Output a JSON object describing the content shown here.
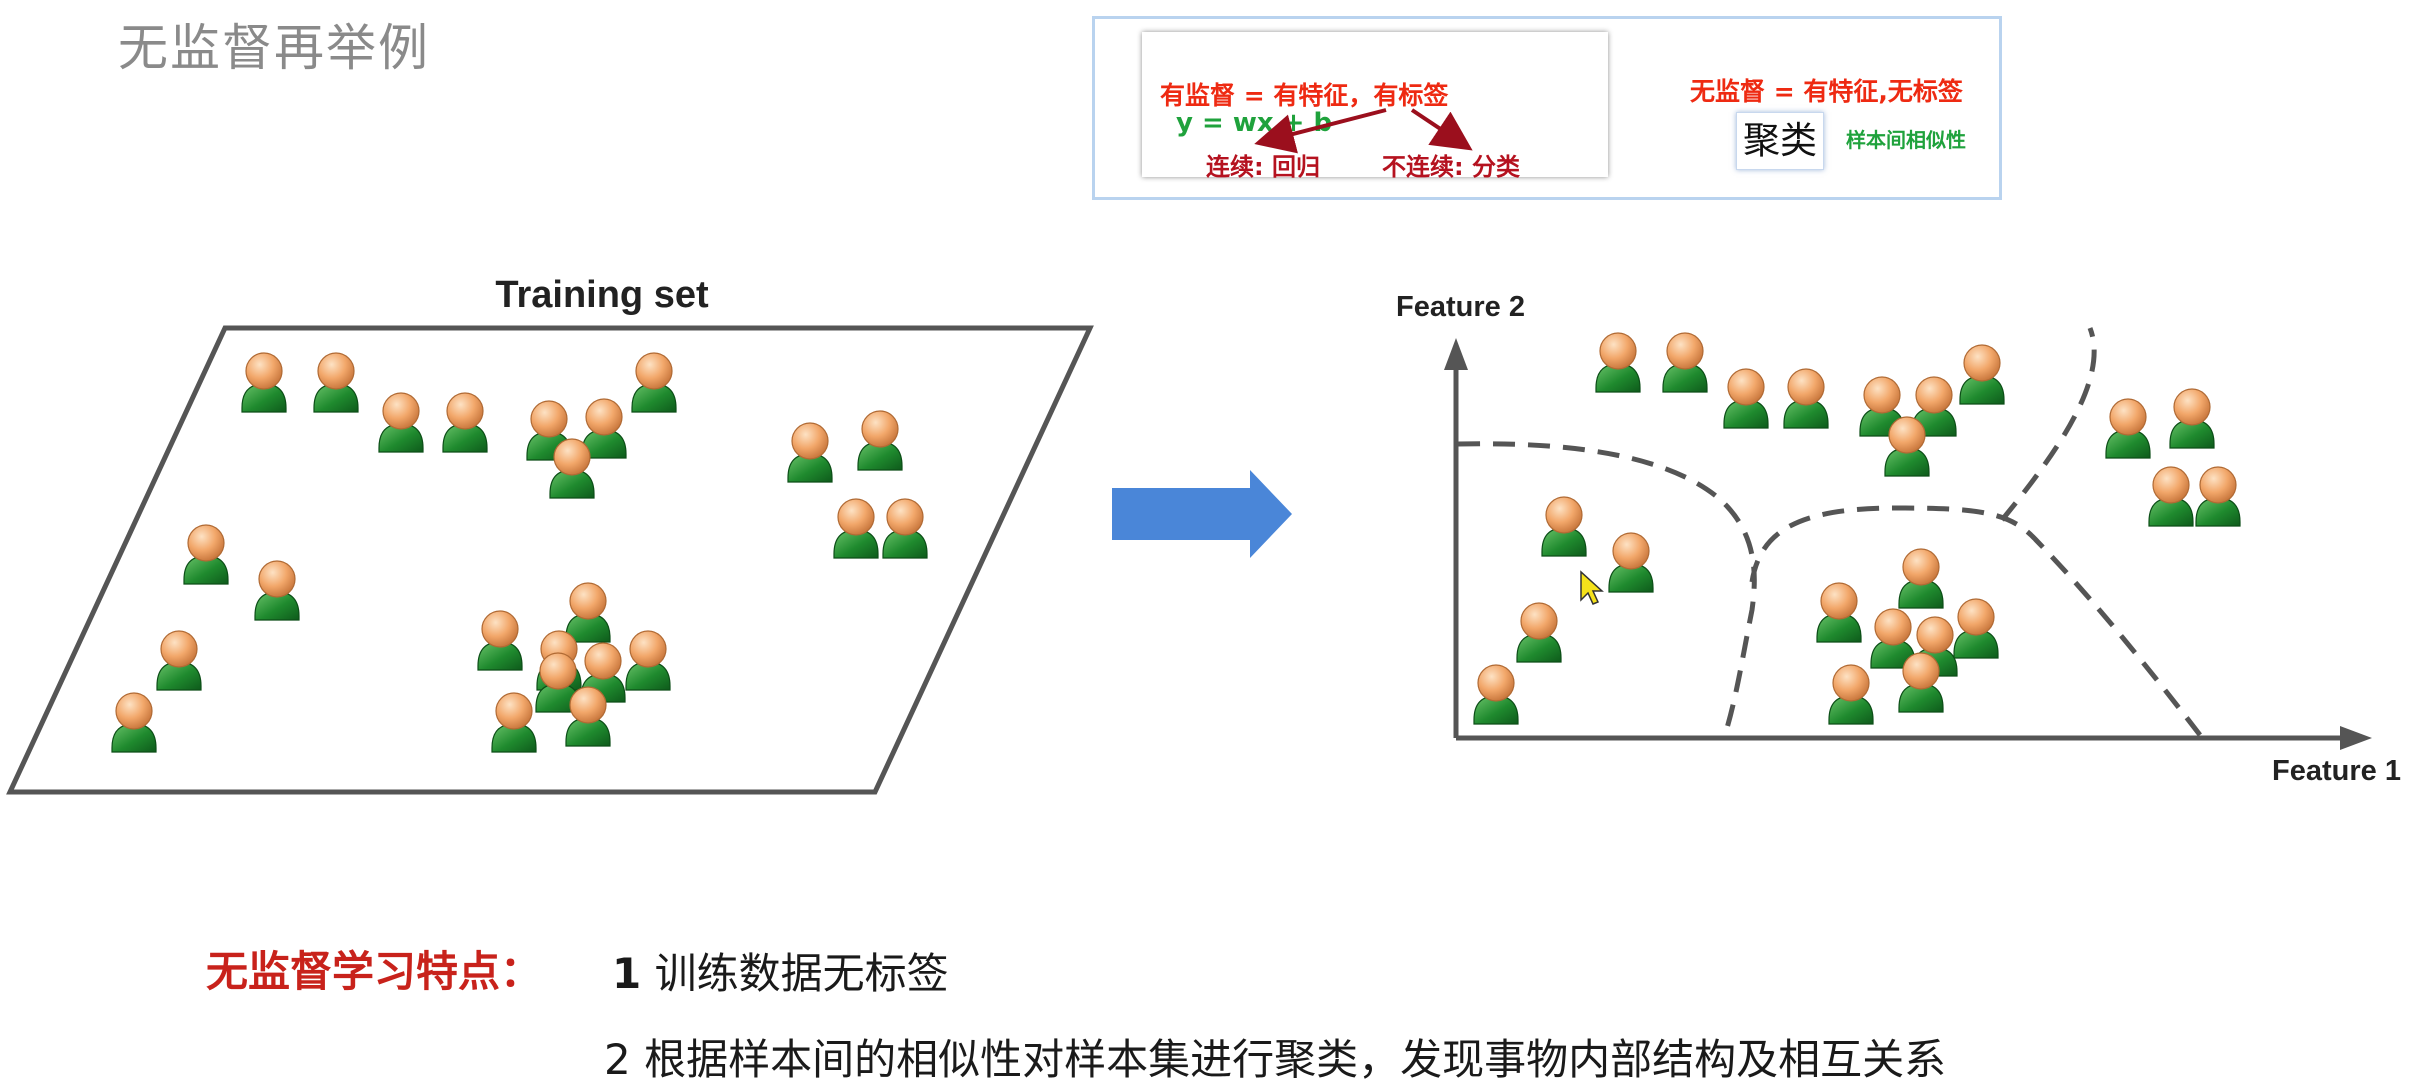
{
  "slide": {
    "title": "无监督再举例"
  },
  "note": {
    "supervised_def": "有监督 = 有特征，有标签",
    "formula": "y = wx + b",
    "continuous": "连续: 回归",
    "discrete": "不连续: 分类",
    "unsupervised_def": "无监督 = 有特征,无标签",
    "cluster": "聚类",
    "similarity": "样本间相似性"
  },
  "left_figure": {
    "title": "Training set"
  },
  "right_figure": {
    "y_axis_label": "Feature 2",
    "x_axis_label": "Feature 1"
  },
  "features": {
    "heading": "无监督学习特点：",
    "item1_number": "1",
    "item1_text": "训练数据无标签",
    "item2_number": "2",
    "item2_text": "根据样本间的相似性对样本集进行聚类，发现事物内部结构及相互关系"
  },
  "colors": {
    "person_head": "#f2a76a",
    "person_body": "#1f8a2e",
    "arrow": "#4a86d8",
    "note_red": "#ee2a12",
    "note_dark_red": "#b5121f",
    "note_green": "#1fa23c",
    "heading_red": "#c8221b"
  },
  "icons": [
    "person-icon",
    "right-arrow-icon",
    "mouse-cursor-icon"
  ]
}
